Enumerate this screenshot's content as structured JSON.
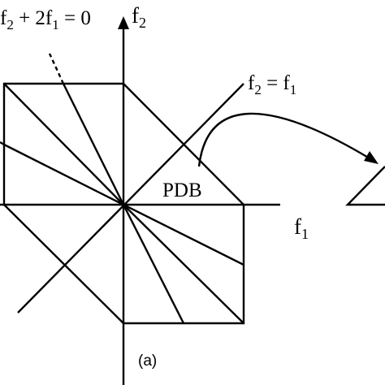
{
  "labels": {
    "constraint_prefix": "f",
    "constraint_sub1": "2",
    "constraint_mid": " + 2f",
    "constraint_sub2": "1",
    "constraint_suffix": " =  0",
    "axis_vertical": "f",
    "axis_vertical_sub": "2",
    "diagonal": "f",
    "diagonal_sub1": "2",
    "diagonal_eq": " = f",
    "diagonal_sub2": "1",
    "region": "PDB",
    "axis_horizontal": "f",
    "axis_horizontal_sub": "1",
    "panel": "(a)"
  },
  "colors": {
    "stroke": "#000000",
    "background": "#ffffff"
  }
}
